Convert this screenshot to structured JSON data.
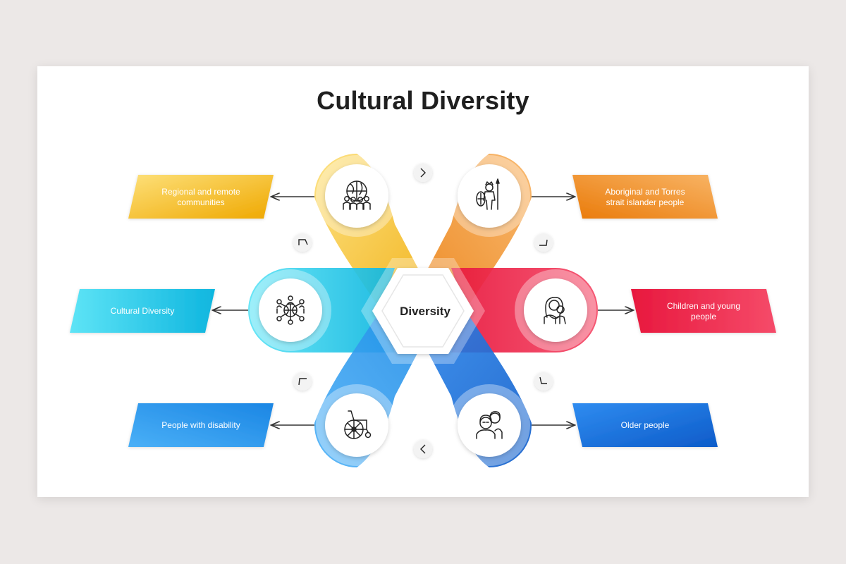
{
  "title": "Cultural Diversity",
  "center": {
    "label": "Diversity"
  },
  "items": [
    {
      "id": "top-left",
      "label_lines": [
        "Regional and remote",
        "communities"
      ],
      "icon": "globe-people-icon",
      "color_from": "#fbd85a",
      "color_to": "#f2ab00"
    },
    {
      "id": "top-right",
      "label_lines": [
        "Aboriginal and Torres",
        "strait islander people"
      ],
      "icon": "aboriginal-warrior-icon",
      "color_from": "#f9ab5a",
      "color_to": "#e57400"
    },
    {
      "id": "mid-left",
      "label_lines": [
        "Cultural Diversity"
      ],
      "icon": "global-network-people-icon",
      "color_from": "#52e1f5",
      "color_to": "#10b7e0"
    },
    {
      "id": "mid-right",
      "label_lines": [
        "Children and young",
        "people"
      ],
      "icon": "mother-child-icon",
      "color_from": "#fa5b76",
      "color_to": "#de0a3c"
    },
    {
      "id": "bottom-left",
      "label_lines": [
        "People with disability"
      ],
      "icon": "wheelchair-icon",
      "color_from": "#47adf6",
      "color_to": "#1a86e0"
    },
    {
      "id": "bottom-right",
      "label_lines": [
        "Older people"
      ],
      "icon": "elderly-couple-icon",
      "color_from": "#338ef0",
      "color_to": "#0958c8"
    }
  ]
}
